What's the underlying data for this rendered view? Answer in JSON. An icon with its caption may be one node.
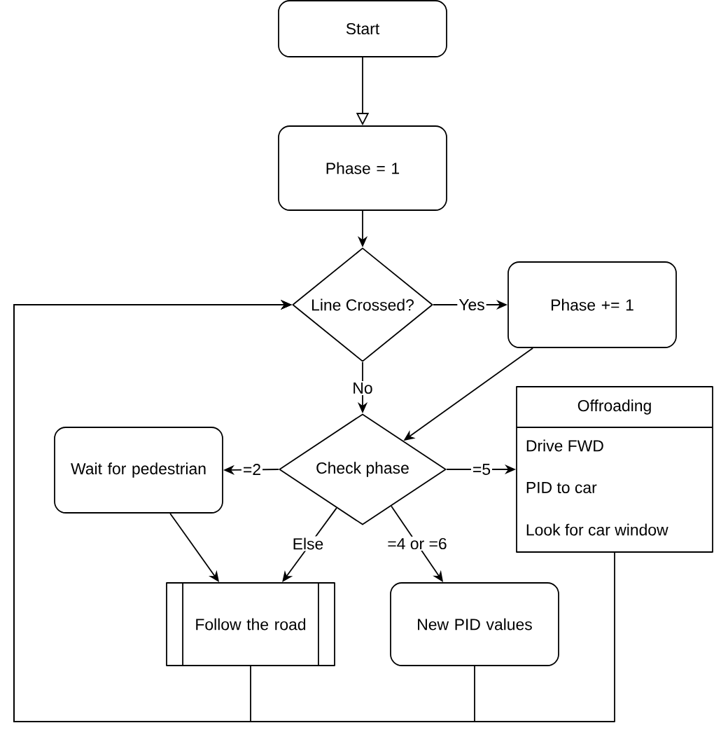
{
  "diagram": {
    "nodes": [
      {
        "text": [
          "Start"
        ]
      },
      {
        "text": [
          "Phase = 1"
        ]
      },
      {
        "text": [
          "Line Crossed?"
        ]
      },
      {
        "text": [
          "Phase += 1"
        ]
      },
      {
        "text": [
          "Check phase"
        ]
      },
      {
        "text": [
          "Offroading",
          "Drive FWD",
          "PID to car",
          "Look for car window"
        ]
      },
      {
        "text": [
          "Wait for pedestrian"
        ]
      },
      {
        "text": [
          "Follow the road"
        ]
      },
      {
        "text": [
          "New PID values"
        ]
      }
    ],
    "edges": [
      {
        "from": 0,
        "to": 1,
        "arrow": "to"
      },
      {
        "from": 1,
        "to": 2,
        "arrow": "to"
      },
      {
        "from": 2,
        "to": 3,
        "arrow": "to",
        "label": "Yes"
      },
      {
        "from": 2,
        "to": 4,
        "arrow": "to",
        "label": "No"
      },
      {
        "from": 3,
        "to": 4,
        "arrow": "to"
      },
      {
        "from": 4,
        "to": 6,
        "arrow": "to",
        "label": "=2"
      },
      {
        "from": 4,
        "to": 5,
        "arrow": "to",
        "label": "=5"
      },
      {
        "from": 4,
        "to": 7,
        "arrow": "to",
        "label": "Else"
      },
      {
        "from": 4,
        "to": 8,
        "arrow": "to",
        "label": "=4 or =6"
      },
      {
        "from": 6,
        "to": 7,
        "arrow": "to"
      },
      {
        "from": 7,
        "to": 2,
        "arrow": "to"
      },
      {
        "from": 8,
        "to": 2,
        "arrow": "to"
      },
      {
        "from": 5,
        "to": 2,
        "arrow": "to"
      }
    ]
  }
}
